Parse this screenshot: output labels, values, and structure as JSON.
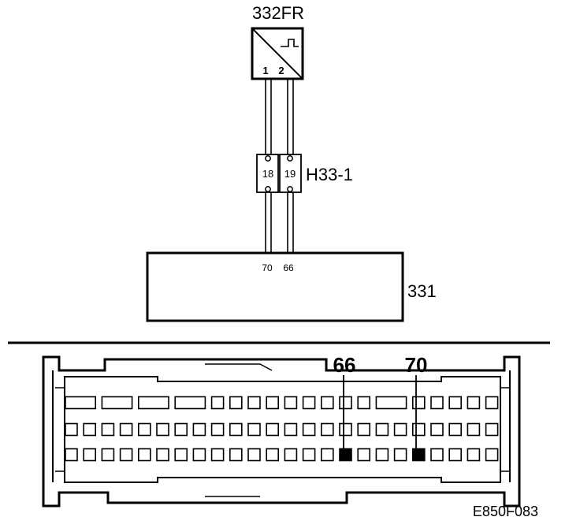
{
  "sensor": {
    "id": "332FR",
    "pin1": "1",
    "pin2": "2"
  },
  "connector_h33": {
    "id": "H33-1",
    "pin_a": "18",
    "pin_b": "19"
  },
  "ecu": {
    "id": "331",
    "pin_a": "70",
    "pin_b": "66"
  },
  "plug_view": {
    "callout_66": "66",
    "callout_70": "70",
    "highlighted_pins": [
      "66",
      "70"
    ],
    "rows": 3,
    "columns": 24,
    "highlight_color": "#000000"
  },
  "figure_code": "E850F083"
}
